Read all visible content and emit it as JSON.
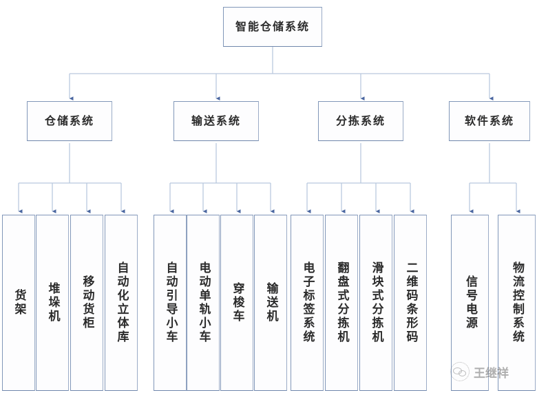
{
  "diagram": {
    "type": "tree",
    "title": "智能仓储系统",
    "orientation": "top-down",
    "colors": {
      "box_border": "#8096b8",
      "box_fill": "#fdfdfe",
      "connector": "#b9c8de",
      "arrow": "#4a66a0",
      "text": "#2b2b2b",
      "background": "#ffffff"
    },
    "root": {
      "id": "root",
      "label": "智能仓储系统"
    },
    "branches": [
      {
        "id": "branch-1",
        "label": "仓储系统",
        "leaves": [
          {
            "id": "leaf-1-1",
            "label": "货架"
          },
          {
            "id": "leaf-1-2",
            "label": "堆垛机"
          },
          {
            "id": "leaf-1-3",
            "label": "移动货柜"
          },
          {
            "id": "leaf-1-4",
            "label": "自动化立体库"
          }
        ]
      },
      {
        "id": "branch-2",
        "label": "输送系统",
        "leaves": [
          {
            "id": "leaf-2-1",
            "label": "自动引导小车"
          },
          {
            "id": "leaf-2-2",
            "label": "电动单轨小车"
          },
          {
            "id": "leaf-2-3",
            "label": "穿梭车"
          },
          {
            "id": "leaf-2-4",
            "label": "输送机"
          }
        ]
      },
      {
        "id": "branch-3",
        "label": "分拣系统",
        "leaves": [
          {
            "id": "leaf-3-1",
            "label": "电子标签系统"
          },
          {
            "id": "leaf-3-2",
            "label": "翻盘式分拣机"
          },
          {
            "id": "leaf-3-3",
            "label": "滑块式分拣机"
          },
          {
            "id": "leaf-3-4",
            "label": "二维码条形码"
          }
        ]
      },
      {
        "id": "branch-4",
        "label": "软件系统",
        "leaves": [
          {
            "id": "leaf-4-1",
            "label": "信号电源"
          },
          {
            "id": "leaf-4-2",
            "label": "物流控制系统"
          }
        ]
      }
    ]
  },
  "watermark": {
    "logo": "wechat-official-account-icon",
    "text": "王继祥"
  }
}
